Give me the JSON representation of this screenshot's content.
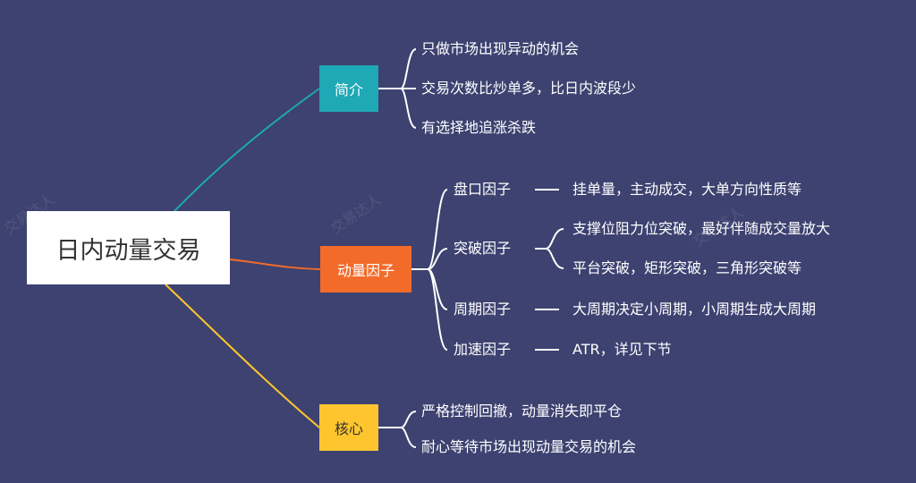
{
  "root": "日内动量交易",
  "watermark": "交易达人",
  "branches": {
    "intro": {
      "label": "简介",
      "color": "#1fa8b5",
      "items": [
        "只做市场出现异动的机会",
        "交易次数比炒单多，比日内波段少",
        "有选择地追涨杀跌"
      ]
    },
    "factor": {
      "label": "动量因子",
      "color": "#f26b2a",
      "children": [
        {
          "label": "盘口因子",
          "items": [
            "挂单量，主动成交，大单方向性质等"
          ]
        },
        {
          "label": "突破因子",
          "items": [
            "支撑位阻力位突破，最好伴随成交量放大",
            "平台突破，矩形突破，三角形突破等"
          ]
        },
        {
          "label": "周期因子",
          "items": [
            "大周期决定小周期，小周期生成大周期"
          ]
        },
        {
          "label": "加速因子",
          "items": [
            "ATR，详见下节"
          ]
        }
      ]
    },
    "core": {
      "label": "核心",
      "color": "#ffc52e",
      "items": [
        "严格控制回撤，动量消失即平仓",
        "耐心等待市场出现动量交易的机会"
      ]
    }
  }
}
